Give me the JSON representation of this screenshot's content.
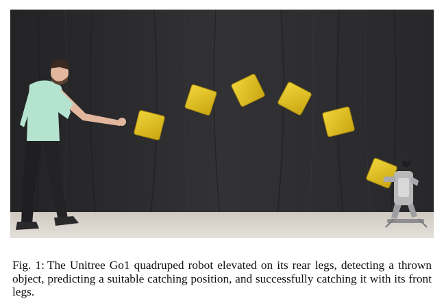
{
  "figure": {
    "colors": {
      "backdrop": "#2b2b2d",
      "floor": "#d9d4cc",
      "cube": "#e3c21f",
      "shirt": "#b4e3cf",
      "pants": "#1f1f22",
      "robot": "#b9b9b9"
    },
    "cube_count": 6
  },
  "caption": {
    "label": "Fig. 1:",
    "text": "The Unitree Go1 quadruped robot elevated on its rear legs, detecting a thrown object, predicting a suitable catching position, and successfully catching it with its front legs."
  }
}
